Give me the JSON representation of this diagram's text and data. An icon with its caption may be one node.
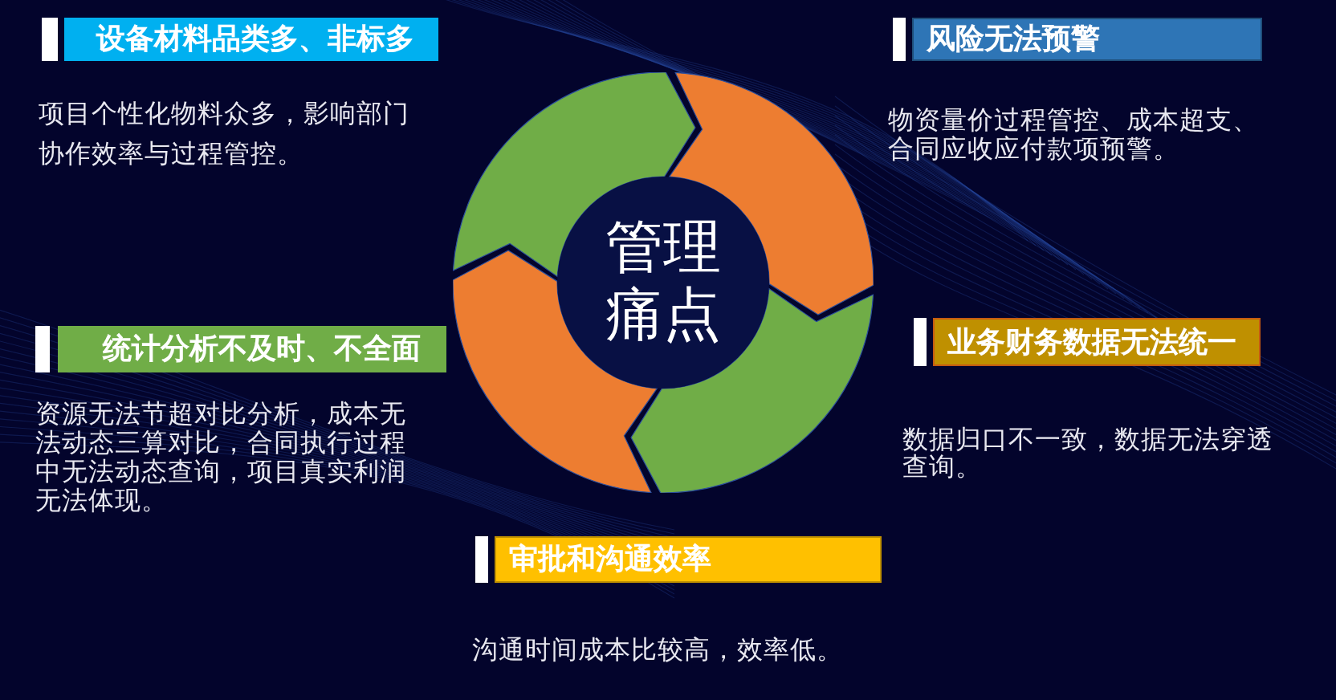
{
  "diagram": {
    "nodes": [
      {
        "text": [
          "设备材料品类多、非标多"
        ],
        "beside": [
          "项目个性化物料众多，影响部门协作效率与过程管控。"
        ]
      },
      {
        "text": [
          "风险无法预警"
        ],
        "beside": [
          "物资量价过程管控、成本超支、合同应收应付款项预警。"
        ]
      },
      {
        "text": [
          "管理痛点"
        ]
      },
      {
        "text": [
          "统计分析不及时、不全面"
        ],
        "beside": [
          "资源无法节超对比分析，成本无法动态三算对比，合同执行过程中无法动态查询，项目真实利润无法体现。"
        ]
      },
      {
        "text": [
          "业务财务数据无法统一"
        ],
        "beside": [
          "数据归口不一致，数据无法穿透查询。"
        ]
      },
      {
        "text": [
          "审批和沟通效率"
        ],
        "beside": [
          "沟通时间成本比较高，效率低。"
        ]
      }
    ]
  }
}
